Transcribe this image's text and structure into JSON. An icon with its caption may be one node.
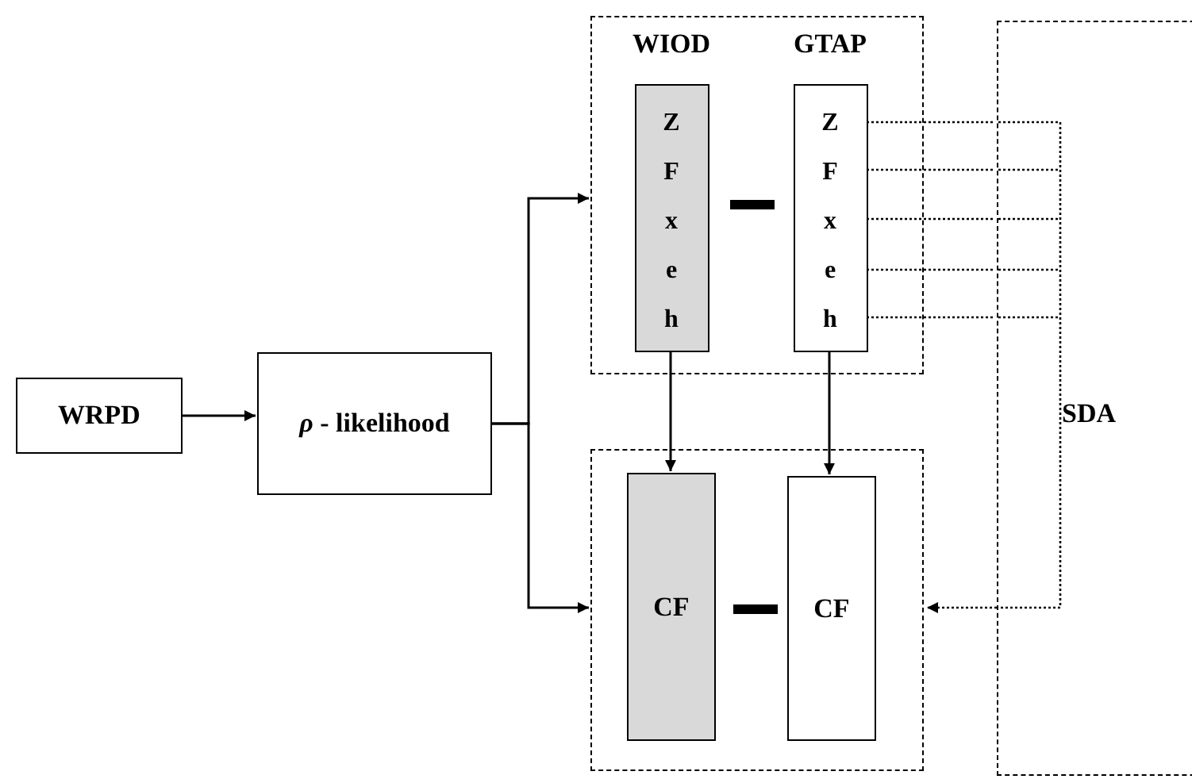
{
  "diagram": {
    "nodes": [
      {
        "text": [
          "WRPD"
        ]
      },
      {
        "text": [
          "*ρ* - likelihood"
        ]
      },
      {
        "text": [],
        "shape": "box"
      },
      {
        "text": [
          "WIOD",
          "Z F x e h"
        ],
        "in": 2
      },
      {
        "text": [
          "GTAP",
          "Z F x e h"
        ],
        "in": 2
      },
      {
        "text": [],
        "shape": "box"
      },
      {
        "text": [
          "CF"
        ],
        "in": 5
      },
      {
        "text": [
          "CF"
        ],
        "in": 5
      },
      {
        "text": [
          "SDA"
        ]
      }
    ],
    "edges": [
      {
        "from": 0,
        "to": 1,
        "arrow": "to"
      },
      {
        "from": 1,
        "to": 2,
        "arrow": "to"
      },
      {
        "from": 1,
        "to": 5,
        "arrow": "to"
      },
      {
        "from": 3,
        "to": 6,
        "arrow": "to"
      },
      {
        "from": 4,
        "to": 7,
        "arrow": "to"
      },
      {
        "from": 4,
        "to": 8,
        "arrow": "none",
        "style": "dashed"
      },
      {
        "from": 8,
        "to": 5,
        "arrow": "to",
        "style": "dashed"
      }
    ]
  }
}
